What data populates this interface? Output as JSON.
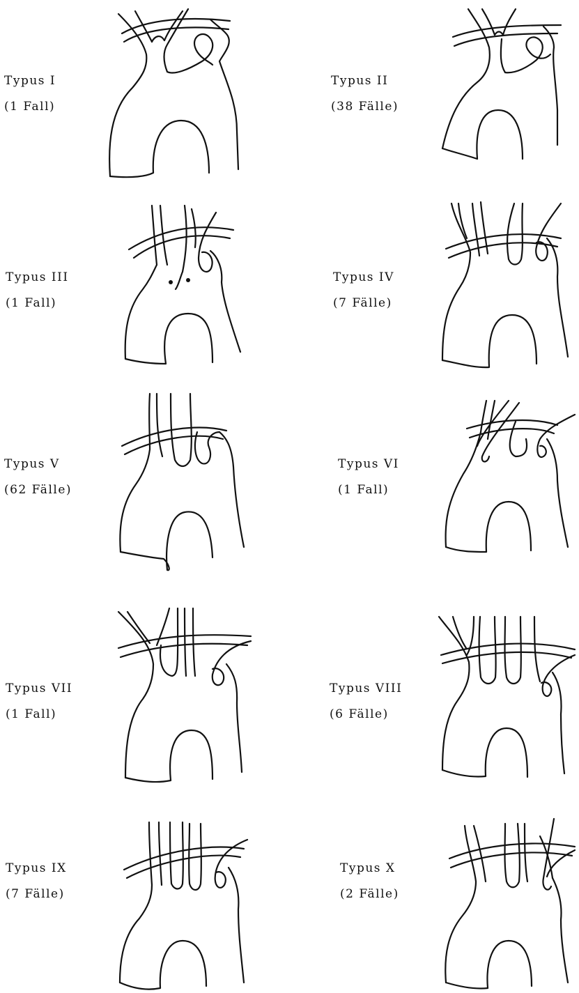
{
  "types": [
    {
      "name": "Typus I",
      "count": "(1 Fall)"
    },
    {
      "name": "Typus II",
      "count": "(38 Fälle)"
    },
    {
      "name": "Typus III",
      "count": "(1 Fall)"
    },
    {
      "name": "Typus IV",
      "count": "(7 Fälle)"
    },
    {
      "name": "Typus V",
      "count": "(62 Fälle)"
    },
    {
      "name": "Typus VI",
      "count": "(1 Fall)"
    },
    {
      "name": "Typus VII",
      "count": "(1 Fall)"
    },
    {
      "name": "Typus VIII",
      "count": "(6 Fälle)"
    },
    {
      "name": "Typus IX",
      "count": "(7 Fälle)"
    },
    {
      "name": "Typus X",
      "count": "(2 Fälle)"
    }
  ]
}
